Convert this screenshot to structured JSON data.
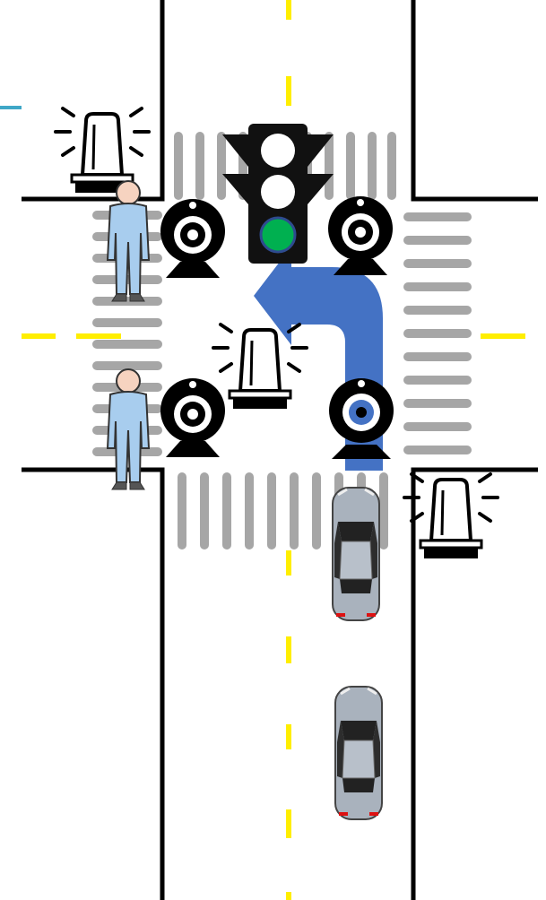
{
  "scene": {
    "title": "",
    "traffic_light": {
      "active_lamp": "green",
      "lamps": [
        "red",
        "yellow",
        "green"
      ]
    },
    "colors": {
      "road_edge": "#000000",
      "center_line": "#ffee00",
      "crosswalk": "#a6a6a6",
      "turn_arrow": "#4472c4",
      "light_green": "#00b050",
      "light_body": "#111111",
      "vehicle": "#a9b2bd",
      "person": "#9dc3e6",
      "accent_line": "#3fa7c7"
    },
    "icons": {
      "beacon": "siren-icon",
      "camera": "camera-icon",
      "pedestrian": "pedestrian-icon",
      "vehicle": "car-icon",
      "signal": "traffic-light-icon",
      "arrow": "left-turn-arrow-icon"
    },
    "counts": {
      "cameras": 4,
      "sirens": 3,
      "pedestrians": 2,
      "cars": 2
    },
    "vehicle_maneuver": "left-turn"
  }
}
